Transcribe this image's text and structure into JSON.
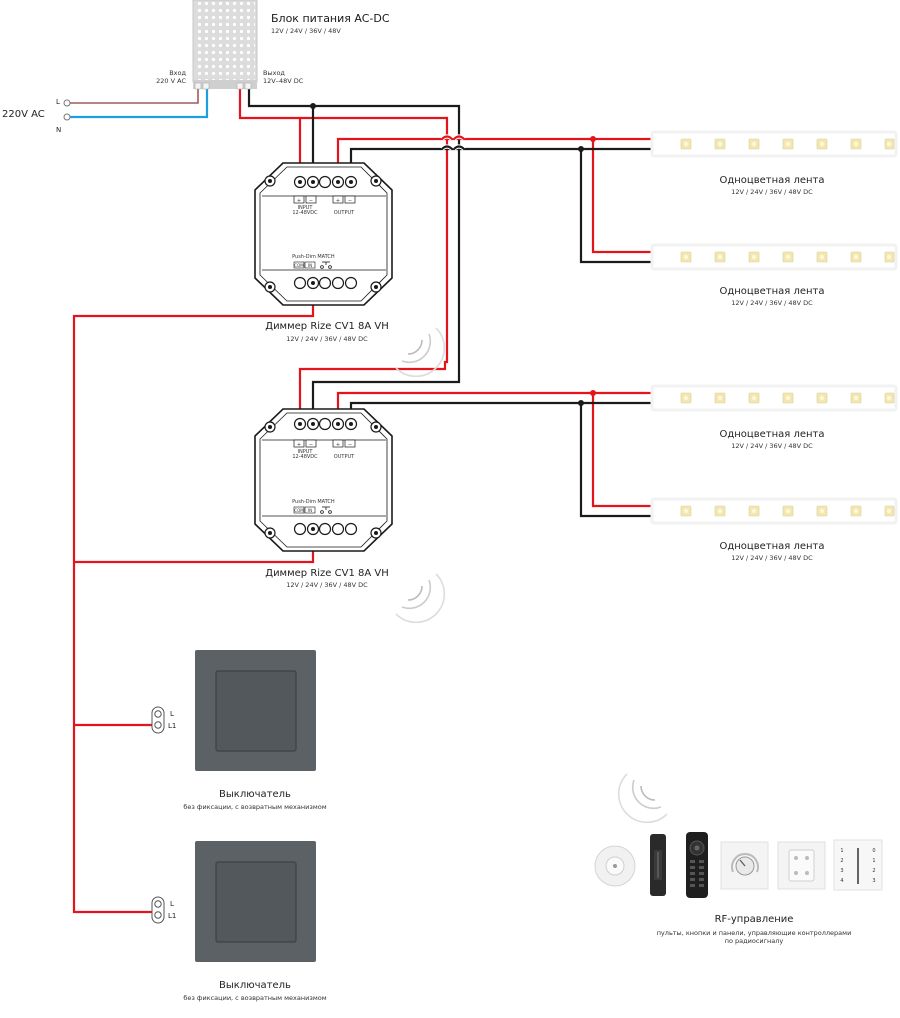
{
  "psu": {
    "title": "Блок питания AC-DC",
    "voltages": "12V / 24V / 36V / 48V",
    "input_label": "Вход",
    "input_value": "220 V AC",
    "output_label": "Выход",
    "output_value": "12V–48V DC"
  },
  "mains": {
    "label": "220V AC",
    "line": "L",
    "neutral": "N"
  },
  "dimmers": [
    {
      "name": "Диммер Rize CV1 8A VH",
      "voltages": "12V / 24V / 36V / 48V DC",
      "input_label": "INPUT",
      "input_range": "12-48VDC",
      "output_label": "OUTPUT",
      "pushdim_label": "Push-Dim",
      "match_label": "MATCH",
      "com_label": "COM",
      "in_label": "IN"
    },
    {
      "name": "Диммер Rize CV1 8A VH",
      "voltages": "12V / 24V / 36V / 48V DC",
      "input_label": "INPUT",
      "input_range": "12-48VDC",
      "output_label": "OUTPUT",
      "pushdim_label": "Push-Dim",
      "match_label": "MATCH",
      "com_label": "COM",
      "in_label": "IN"
    }
  ],
  "strips": [
    {
      "name": "Одноцветная лента",
      "voltages": "12V / 24V / 36V / 48V DC"
    },
    {
      "name": "Одноцветная лента",
      "voltages": "12V / 24V / 36V / 48V DC"
    },
    {
      "name": "Одноцветная лента",
      "voltages": "12V / 24V / 36V / 48V DC"
    },
    {
      "name": "Одноцветная лента",
      "voltages": "12V / 24V / 36V / 48V DC"
    }
  ],
  "switches": [
    {
      "name": "Выключатель",
      "description": "без фиксации, с возвратным механизмом",
      "terminal_l": "L",
      "terminal_l1": "L1"
    },
    {
      "name": "Выключатель",
      "description": "без фиксации, с возвратным механизмом",
      "terminal_l": "L",
      "terminal_l1": "L1"
    }
  ],
  "rf": {
    "title": "RF-управление",
    "description_line1": "пульты, кнопки и панели, управляющие контроллерами",
    "description_line2": "по радиосигналу",
    "panel_numbers_left": [
      "1",
      "2",
      "3",
      "4"
    ],
    "panel_numbers_right": [
      "0",
      "1",
      "2",
      "3"
    ]
  },
  "colors": {
    "positive_wire": "#e3141b",
    "negative_wire": "#1b1b1b",
    "neutral_wire": "#1e9ee0",
    "line_wire": "#a05a5a",
    "switch_frame": "#5c6166",
    "led_chip": "#f2e7b0"
  }
}
